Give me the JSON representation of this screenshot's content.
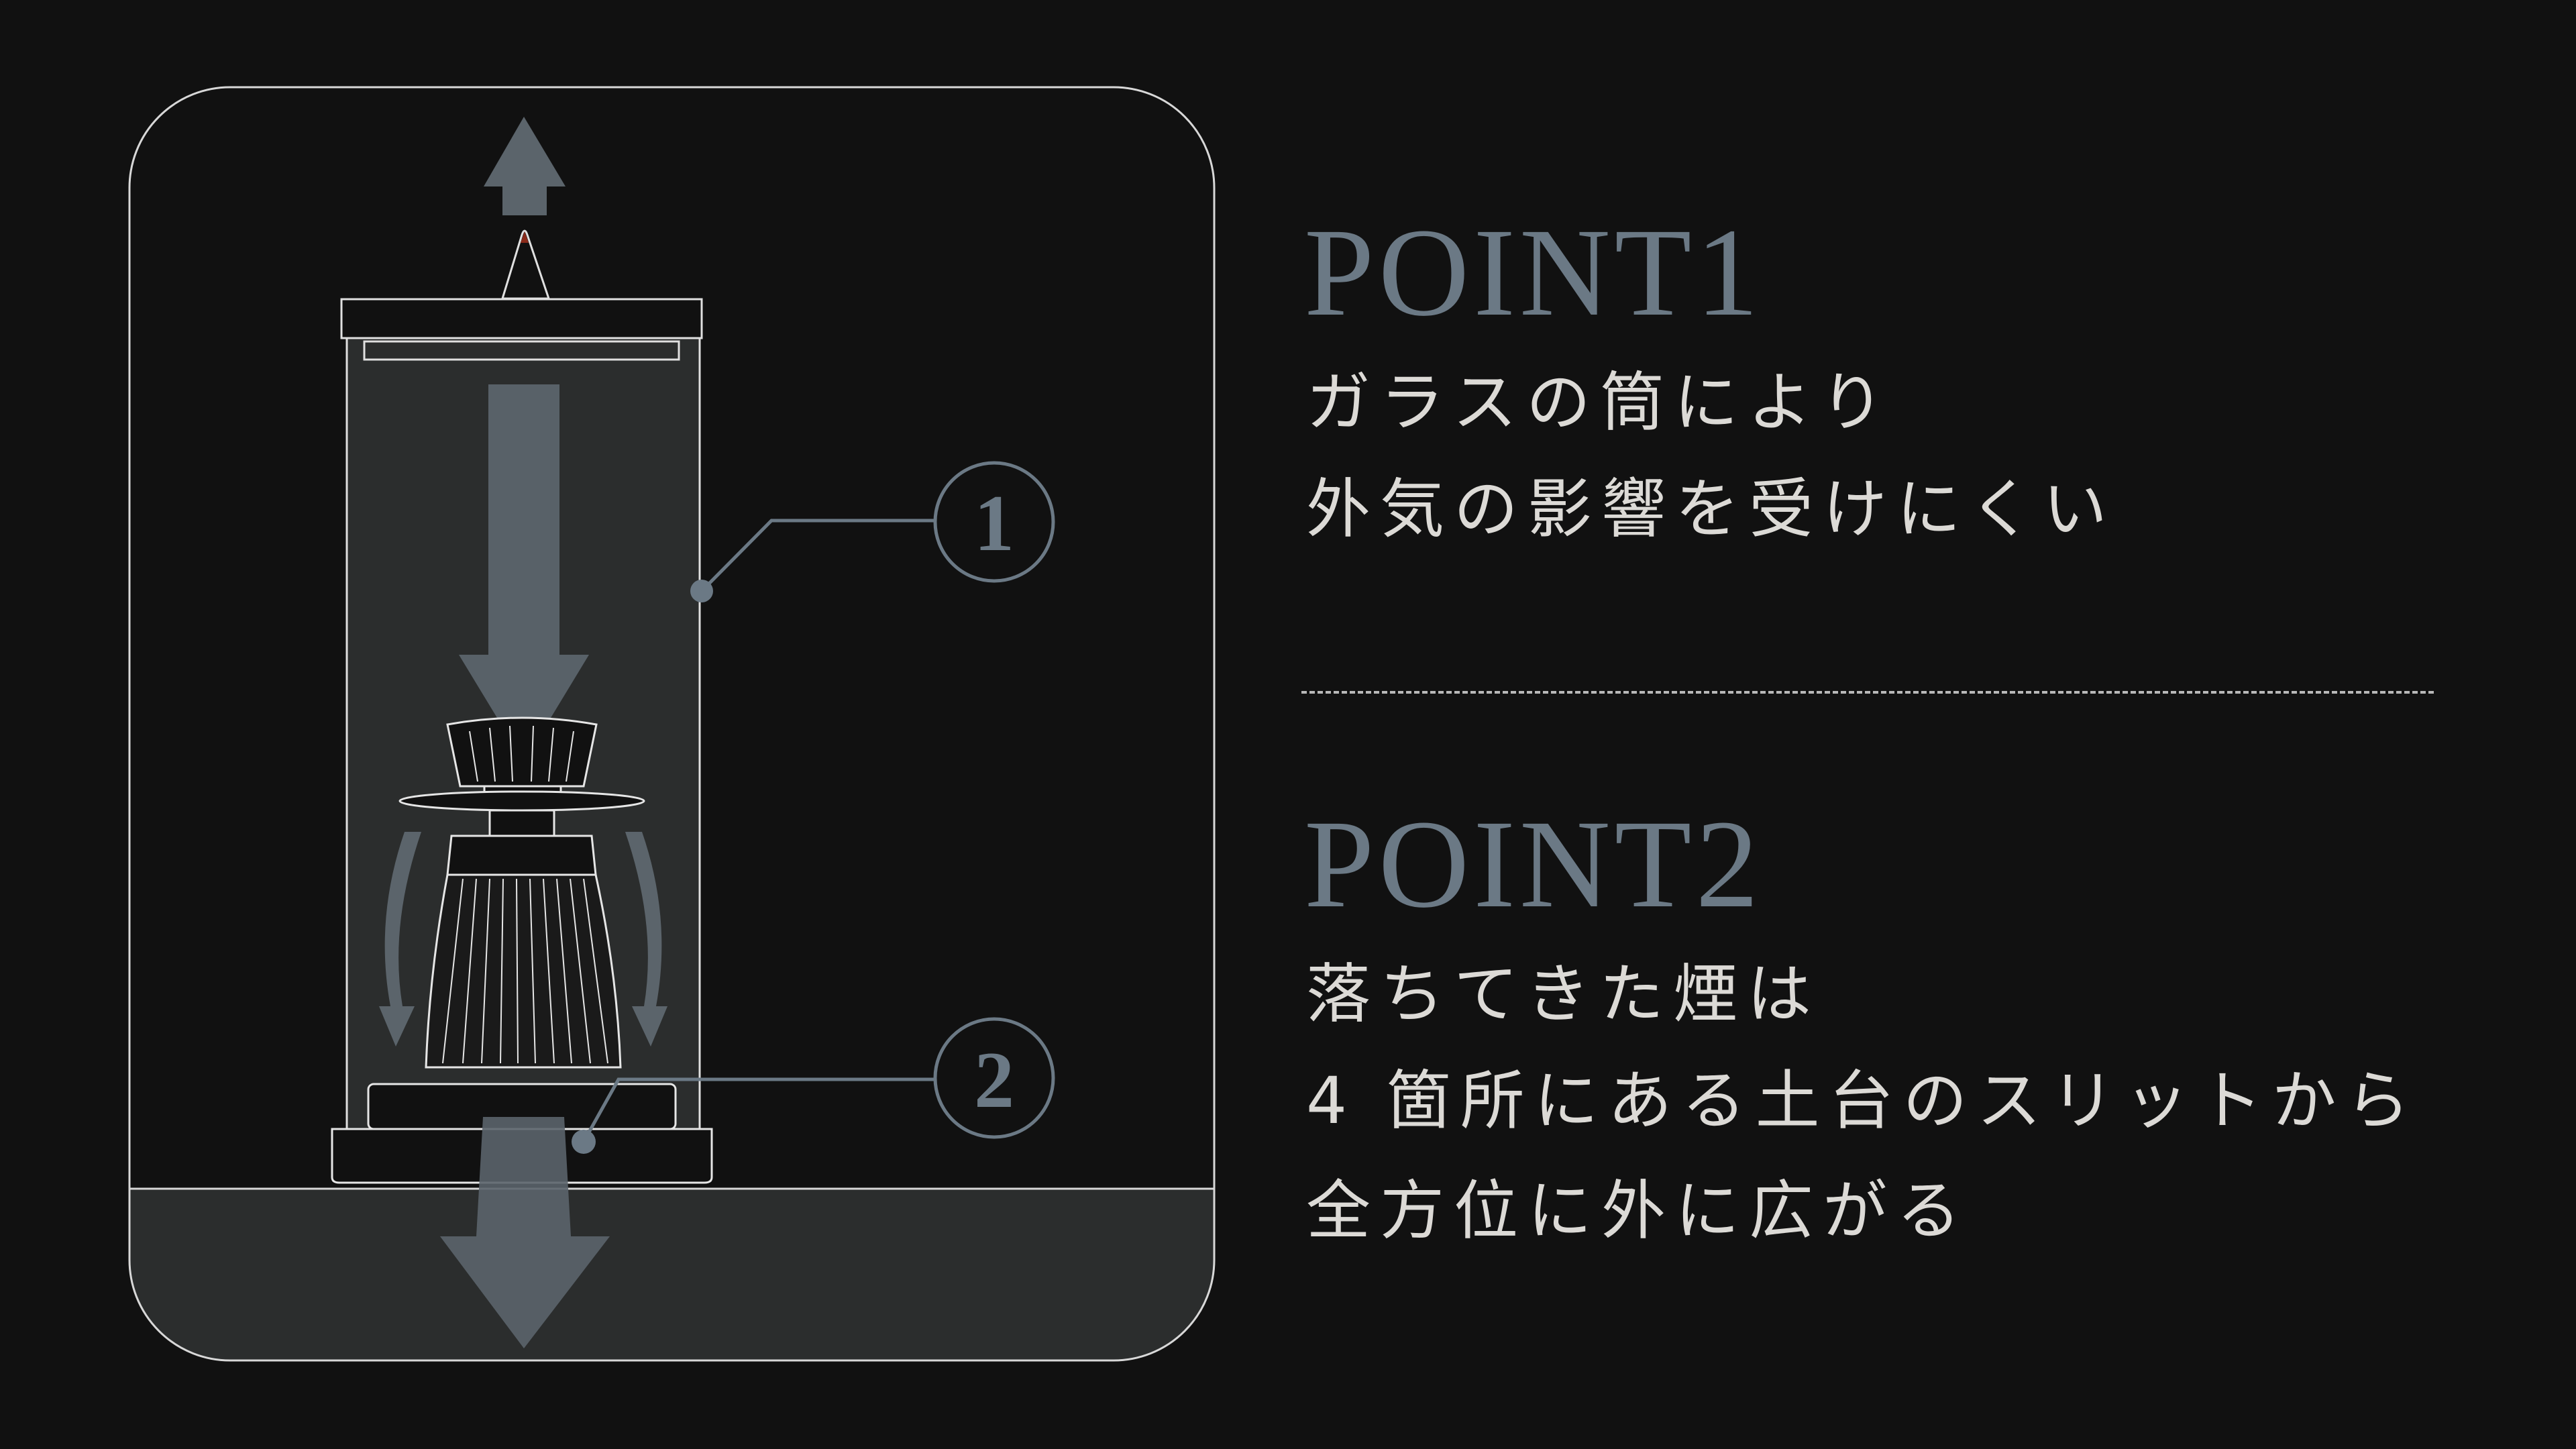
{
  "callouts": [
    {
      "number": "1"
    },
    {
      "number": "2"
    }
  ],
  "points": [
    {
      "title": "POINT1",
      "lines": [
        "ガラスの筒により",
        "外気の影響を受けにくい"
      ]
    },
    {
      "title": "POINT2",
      "lines": [
        "落ちてきた煙は",
        "4 箇所にある土台のスリットから",
        "全方位に外に広がる"
      ]
    }
  ],
  "colors": {
    "background": "#111111",
    "accent": "#6b7985",
    "text": "#dcdad6",
    "arrow": "#5b646b",
    "floor": "#2b2d2d",
    "glass": "#2b2d2d"
  }
}
